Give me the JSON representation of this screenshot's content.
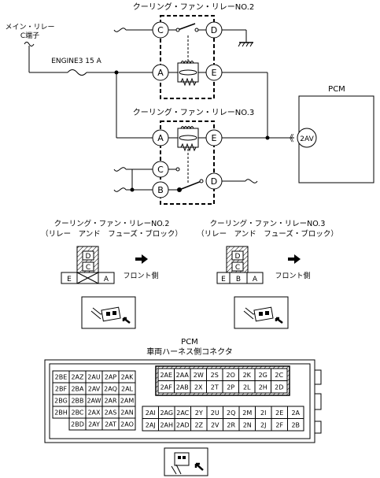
{
  "relay2": {
    "title": "クーリング・ファン・リレーNO.2",
    "pins": {
      "C": "C",
      "D": "D",
      "A": "A",
      "E": "E"
    }
  },
  "relay3": {
    "title": "クーリング・ファン・リレーNO.3",
    "pins": {
      "A": "A",
      "E": "E",
      "C": "C",
      "D": "D",
      "B": "B"
    }
  },
  "main_relay_label": [
    "メイン・リレー",
    "C端子"
  ],
  "fuse_label": "ENGINE3 15 A",
  "pcm": {
    "label": "PCM",
    "terminal": "2AV"
  },
  "connector2": {
    "title": "クーリング・ファン・リレーNO.2",
    "subtitle": "（リレー　アンド　フューズ・ブロック）",
    "top_pins": [
      "D",
      "C"
    ],
    "bottom_pins": [
      "E",
      "",
      "A"
    ],
    "front_label": "フロント側"
  },
  "connector3": {
    "title": "クーリング・ファン・リレーNO.3",
    "subtitle": "（リレー　アンド　フューズ・ブロック）",
    "top_pins": [
      "D",
      "C"
    ],
    "bottom_pins": [
      "E",
      "B",
      "A"
    ],
    "front_label": "フロント側"
  },
  "pcm_connector": {
    "title": "PCM",
    "subtitle": "車両ハーネス側コネクタ",
    "left_rows": [
      [
        "2BE",
        "2AZ",
        "2AU",
        "2AP",
        "2AK"
      ],
      [
        "2BF",
        "2BA",
        "2AV",
        "2AQ",
        "2AL"
      ],
      [
        "2BG",
        "2BB",
        "2AW",
        "2AR",
        "2AM"
      ],
      [
        "2BH",
        "2BC",
        "2AX",
        "2AS",
        "2AN"
      ],
      [
        "",
        "2BD",
        "2AY",
        "2AT",
        "2AO"
      ]
    ],
    "right_top_rows": [
      [
        "2AE",
        "2AA",
        "2W",
        "2S",
        "2O",
        "2K",
        "2G",
        "2C"
      ],
      [
        "2AF",
        "2AB",
        "2X",
        "2T",
        "2P",
        "2L",
        "2H",
        "2D"
      ]
    ],
    "right_bottom_rows": [
      [
        "2AI",
        "2AG",
        "2AC",
        "2Y",
        "2U",
        "2Q",
        "2M",
        "2I",
        "2E",
        "2A"
      ],
      [
        "2AJ",
        "2AH",
        "2AD",
        "2Z",
        "2V",
        "2R",
        "2N",
        "2J",
        "2F",
        "2B"
      ]
    ]
  }
}
